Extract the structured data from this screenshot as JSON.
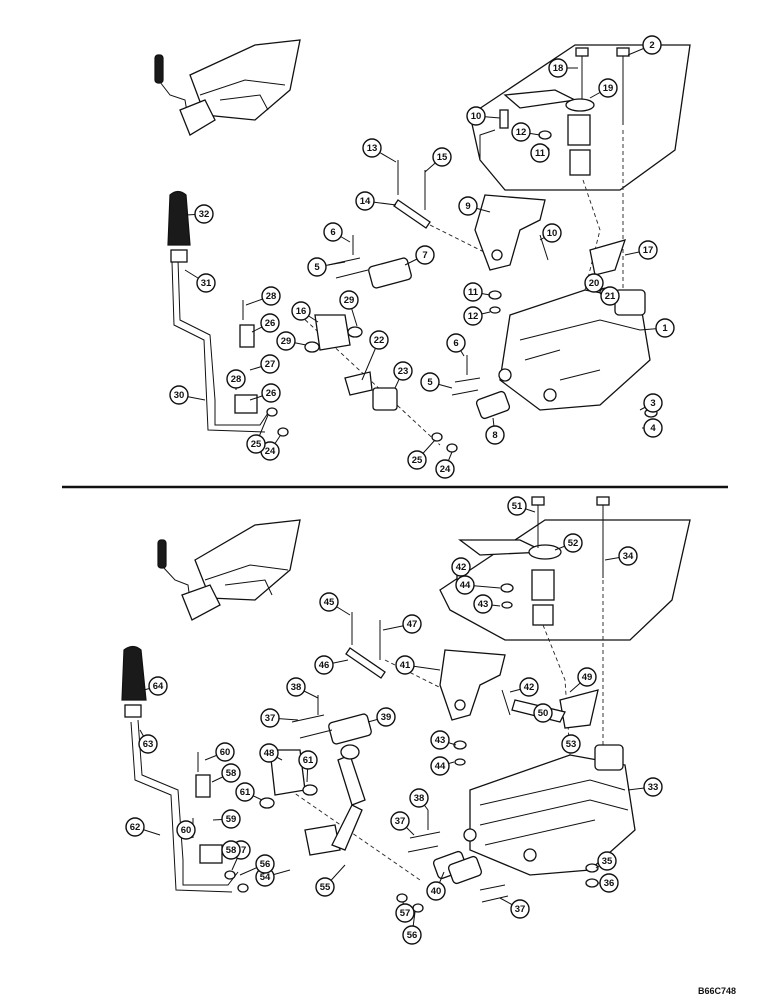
{
  "drawing_ref": "B66C748",
  "upper_callouts": [
    "1",
    "2",
    "3",
    "4",
    "5",
    "5",
    "6",
    "6",
    "7",
    "8",
    "9",
    "10",
    "10",
    "11",
    "11",
    "12",
    "12",
    "13",
    "14",
    "15",
    "16",
    "17",
    "18",
    "19",
    "20",
    "21",
    "22",
    "23",
    "24",
    "24",
    "25",
    "25",
    "26",
    "26",
    "27",
    "28",
    "28",
    "29",
    "29",
    "30",
    "31",
    "32"
  ],
  "lower_callouts": [
    "33",
    "34",
    "35",
    "36",
    "37",
    "37",
    "37",
    "38",
    "38",
    "39",
    "40",
    "41",
    "42",
    "42",
    "43",
    "43",
    "44",
    "44",
    "45",
    "46",
    "47",
    "48",
    "49",
    "50",
    "51",
    "52",
    "53",
    "54",
    "55",
    "56",
    "56",
    "57",
    "57",
    "58",
    "58",
    "59",
    "60",
    "60",
    "61",
    "61",
    "62",
    "63",
    "64"
  ]
}
